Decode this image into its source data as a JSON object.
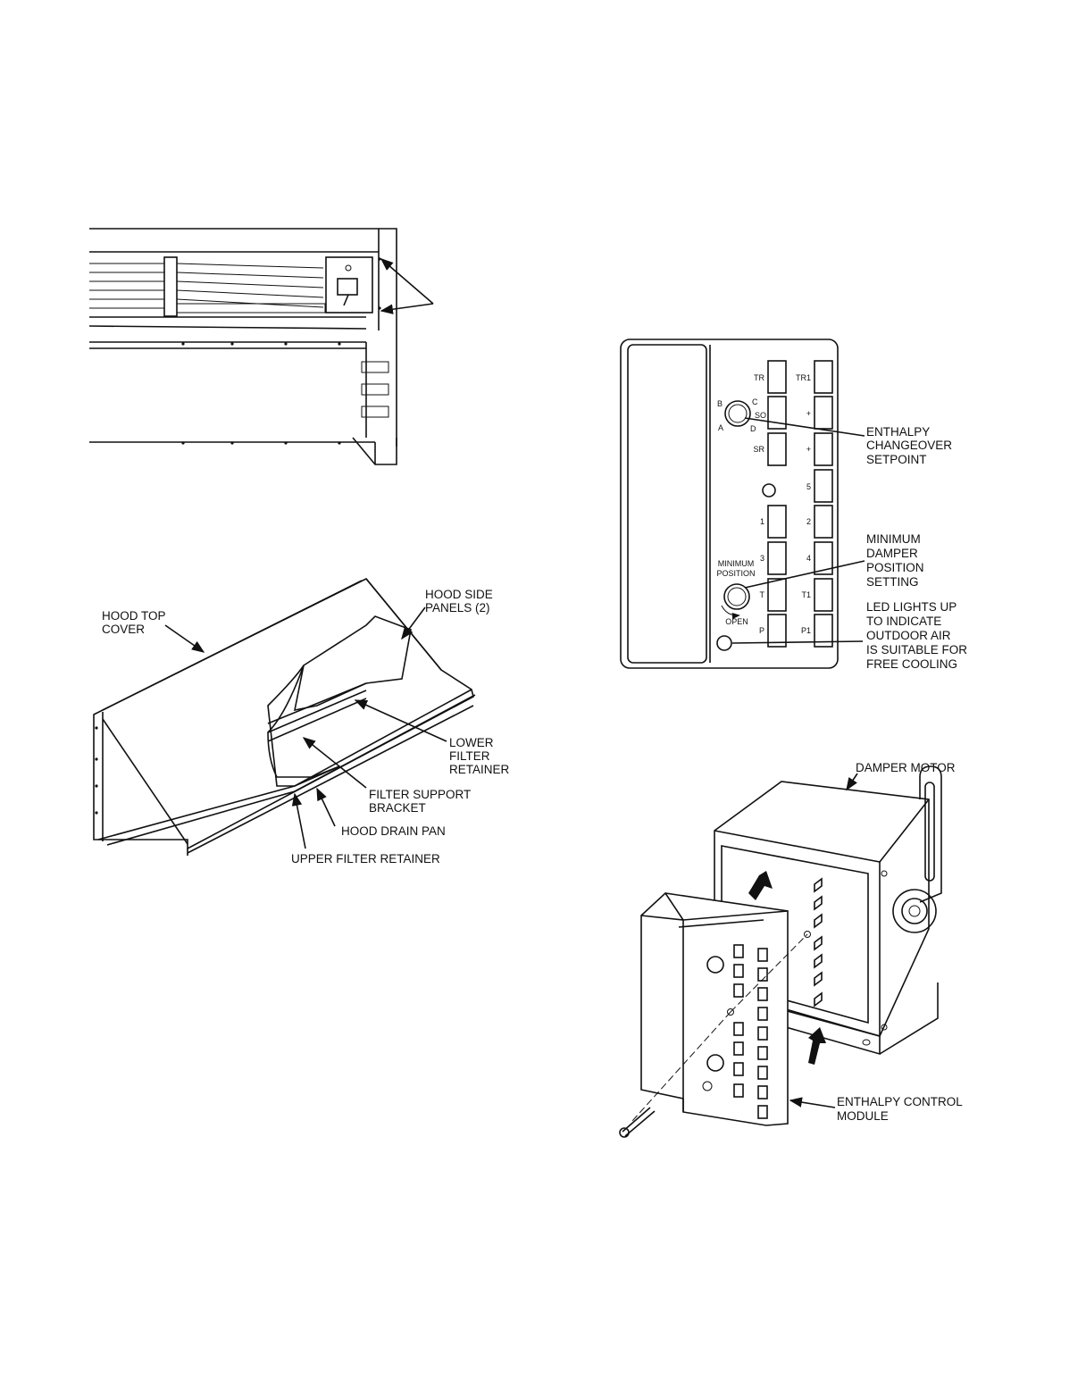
{
  "hood": {
    "top_cover": [
      "HOOD TOP",
      "COVER"
    ],
    "side_panels": [
      "HOOD SIDE",
      "PANELS (2)"
    ],
    "lower_filter_retainer": [
      "LOWER",
      "FILTER",
      "RETAINER"
    ],
    "filter_support_bracket": [
      "FILTER SUPPORT",
      "BRACKET"
    ],
    "drain_pan": "HOOD DRAIN PAN",
    "upper_filter_retainer": "UPPER FILTER RETAINER"
  },
  "controller": {
    "terminals_left": [
      "TR",
      "SO",
      "SR",
      "",
      "1",
      "3",
      "T",
      "P"
    ],
    "terminals_right": [
      "TR1",
      "+",
      "+",
      "5",
      "2",
      "4",
      "T1",
      "P1"
    ],
    "dial_letters": [
      "B",
      "C",
      "A",
      "D"
    ],
    "min_position": [
      "MINIMUM",
      "POSITION"
    ],
    "open": "OPEN",
    "enthalpy_setpoint": [
      "ENTHALPY",
      "CHANGEOVER",
      "SETPOINT"
    ],
    "min_damper": [
      "MINIMUM",
      "DAMPER",
      "POSITION",
      "SETTING"
    ],
    "led": [
      "LED LIGHTS UP",
      "TO INDICATE",
      "OUTDOOR AIR",
      "IS SUITABLE FOR",
      "FREE COOLING"
    ]
  },
  "motor": {
    "damper_motor": "DAMPER MOTOR",
    "control_module": [
      "ENTHALPY CONTROL",
      "MODULE"
    ]
  }
}
